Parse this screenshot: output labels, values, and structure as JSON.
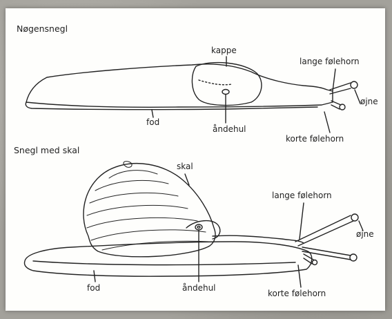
{
  "diagram": {
    "slug": {
      "heading": "Nøgensnegl",
      "labels": {
        "kappe": "kappe",
        "lange_folehorn": "lange følehorn",
        "ojne": "øjne",
        "fod": "fod",
        "andehul": "åndehul",
        "korte_folehorn": "korte følehorn"
      }
    },
    "snail": {
      "heading": "Snegl med skal",
      "labels": {
        "skal": "skal",
        "lange_folehorn": "lange følehorn",
        "ojne": "øjne",
        "fod": "fod",
        "andehul": "åndehul",
        "korte_folehorn": "korte følehorn"
      }
    }
  },
  "colors": {
    "background": "#a3a19b",
    "paper": "#fefefc",
    "ink": "#222222"
  }
}
